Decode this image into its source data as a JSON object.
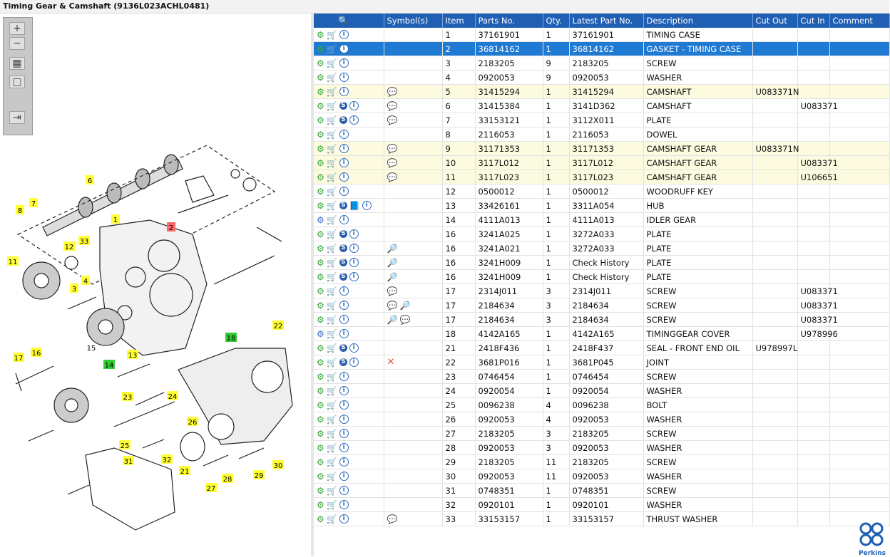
{
  "title": "Timing Gear & Camshaft (9136L023ACHL0481)",
  "zoom_buttons": [
    {
      "name": "zoom-in-button",
      "glyph": "+"
    },
    {
      "name": "zoom-out-button",
      "glyph": "−"
    },
    {
      "name": "fit-page-button",
      "glyph": "▦"
    },
    {
      "name": "actual-size-button",
      "glyph": "▢"
    },
    {
      "name": "export-button",
      "glyph": "⇥"
    }
  ],
  "columns": [
    "",
    "Symbol(s)",
    "Item",
    "Parts No.",
    "Qty.",
    "Latest Part No.",
    "Description",
    "Cut Out",
    "Cut In",
    "Comment"
  ],
  "rows": [
    {
      "icons": "gci",
      "sym": "",
      "item": "1",
      "part": "37161901",
      "qty": "1",
      "latest": "37161901",
      "desc": "TIMING CASE",
      "cutout": "",
      "cutin": "",
      "comment": "",
      "state": ""
    },
    {
      "icons": "gci",
      "sym": "",
      "item": "2",
      "part": "36814162",
      "qty": "1",
      "latest": "36814162",
      "desc": "GASKET - TIMING CASE",
      "cutout": "",
      "cutin": "",
      "comment": "",
      "state": "sel"
    },
    {
      "icons": "gci",
      "sym": "",
      "item": "3",
      "part": "2183205",
      "qty": "9",
      "latest": "2183205",
      "desc": "SCREW",
      "cutout": "",
      "cutin": "",
      "comment": "",
      "state": ""
    },
    {
      "icons": "gci",
      "sym": "",
      "item": "4",
      "part": "0920053",
      "qty": "9",
      "latest": "0920053",
      "desc": "WASHER",
      "cutout": "",
      "cutin": "",
      "comment": "",
      "state": ""
    },
    {
      "icons": "gci",
      "sym": "n",
      "item": "5",
      "part": "31415294",
      "qty": "1",
      "latest": "31415294",
      "desc": "CAMSHAFT",
      "cutout": "U083371N",
      "cutin": "",
      "comment": "",
      "state": "hl"
    },
    {
      "icons": "gcsi",
      "sym": "n",
      "item": "6",
      "part": "31415384",
      "qty": "1",
      "latest": "3141D362",
      "desc": "CAMSHAFT",
      "cutout": "",
      "cutin": "U083371",
      "comment": "",
      "state": ""
    },
    {
      "icons": "gcsi",
      "sym": "n",
      "item": "7",
      "part": "33153121",
      "qty": "1",
      "latest": "3112X011",
      "desc": "PLATE",
      "cutout": "",
      "cutin": "",
      "comment": "",
      "state": ""
    },
    {
      "icons": "gci",
      "sym": "",
      "item": "8",
      "part": "2116053",
      "qty": "1",
      "latest": "2116053",
      "desc": "DOWEL",
      "cutout": "",
      "cutin": "",
      "comment": "",
      "state": ""
    },
    {
      "icons": "gci",
      "sym": "n",
      "item": "9",
      "part": "31171353",
      "qty": "1",
      "latest": "31171353",
      "desc": "CAMSHAFT GEAR",
      "cutout": "U083371N",
      "cutin": "",
      "comment": "",
      "state": "hl"
    },
    {
      "icons": "gci",
      "sym": "n",
      "item": "10",
      "part": "3117L012",
      "qty": "1",
      "latest": "3117L012",
      "desc": "CAMSHAFT GEAR",
      "cutout": "",
      "cutin": "U083371",
      "comment": "",
      "state": "hl"
    },
    {
      "icons": "gci",
      "sym": "n",
      "item": "11",
      "part": "3117L023",
      "qty": "1",
      "latest": "3117L023",
      "desc": "CAMSHAFT GEAR",
      "cutout": "",
      "cutin": "U106651",
      "comment": "",
      "state": "hl"
    },
    {
      "icons": "gci",
      "sym": "",
      "item": "12",
      "part": "0500012",
      "qty": "1",
      "latest": "0500012",
      "desc": "WOODRUFF KEY",
      "cutout": "",
      "cutin": "",
      "comment": "",
      "state": ""
    },
    {
      "icons": "gcsbi",
      "sym": "",
      "item": "13",
      "part": "33426161",
      "qty": "1",
      "latest": "3311A054",
      "desc": "HUB",
      "cutout": "",
      "cutin": "",
      "comment": "",
      "state": ""
    },
    {
      "icons": "xci",
      "sym": "",
      "item": "14",
      "part": "4111A013",
      "qty": "1",
      "latest": "4111A013",
      "desc": "IDLER GEAR",
      "cutout": "",
      "cutin": "",
      "comment": "",
      "state": ""
    },
    {
      "icons": "gcsi",
      "sym": "",
      "item": "16",
      "part": "3241A025",
      "qty": "1",
      "latest": "3272A033",
      "desc": "PLATE",
      "cutout": "",
      "cutin": "",
      "comment": "",
      "state": ""
    },
    {
      "icons": "gcsi",
      "sym": "h",
      "item": "16",
      "part": "3241A021",
      "qty": "1",
      "latest": "3272A033",
      "desc": "PLATE",
      "cutout": "",
      "cutin": "",
      "comment": "",
      "state": ""
    },
    {
      "icons": "gcsi",
      "sym": "h",
      "item": "16",
      "part": "3241H009",
      "qty": "1",
      "latest": "Check History",
      "desc": "PLATE",
      "cutout": "",
      "cutin": "",
      "comment": "",
      "state": ""
    },
    {
      "icons": "gcsi",
      "sym": "h",
      "item": "16",
      "part": "3241H009",
      "qty": "1",
      "latest": "Check History",
      "desc": "PLATE",
      "cutout": "",
      "cutin": "",
      "comment": "",
      "state": ""
    },
    {
      "icons": "gci",
      "sym": "n",
      "item": "17",
      "part": "2314J011",
      "qty": "3",
      "latest": "2314J011",
      "desc": "SCREW",
      "cutout": "",
      "cutin": "U083371",
      "comment": "",
      "state": ""
    },
    {
      "icons": "gci",
      "sym": "nh",
      "item": "17",
      "part": "2184634",
      "qty": "3",
      "latest": "2184634",
      "desc": "SCREW",
      "cutout": "",
      "cutin": "U083371",
      "comment": "",
      "state": ""
    },
    {
      "icons": "gci",
      "sym": "hn",
      "item": "17",
      "part": "2184634",
      "qty": "3",
      "latest": "2184634",
      "desc": "SCREW",
      "cutout": "",
      "cutin": "U083371",
      "comment": "",
      "state": ""
    },
    {
      "icons": "xci",
      "sym": "",
      "item": "18",
      "part": "4142A165",
      "qty": "1",
      "latest": "4142A165",
      "desc": "TIMINGGEAR COVER",
      "cutout": "",
      "cutin": "U978996",
      "comment": "",
      "state": ""
    },
    {
      "icons": "gcsi",
      "sym": "",
      "item": "21",
      "part": "2418F436",
      "qty": "1",
      "latest": "2418F437",
      "desc": "SEAL - FRONT END OIL",
      "cutout": "U978997L",
      "cutin": "",
      "comment": "",
      "state": ""
    },
    {
      "icons": "gcsi",
      "sym": "x",
      "item": "22",
      "part": "3681P016",
      "qty": "1",
      "latest": "3681P045",
      "desc": "JOINT",
      "cutout": "",
      "cutin": "",
      "comment": "",
      "state": ""
    },
    {
      "icons": "gci",
      "sym": "",
      "item": "23",
      "part": "0746454",
      "qty": "1",
      "latest": "0746454",
      "desc": "SCREW",
      "cutout": "",
      "cutin": "",
      "comment": "",
      "state": ""
    },
    {
      "icons": "gci",
      "sym": "",
      "item": "24",
      "part": "0920054",
      "qty": "1",
      "latest": "0920054",
      "desc": "WASHER",
      "cutout": "",
      "cutin": "",
      "comment": "",
      "state": ""
    },
    {
      "icons": "gci",
      "sym": "",
      "item": "25",
      "part": "0096238",
      "qty": "4",
      "latest": "0096238",
      "desc": "BOLT",
      "cutout": "",
      "cutin": "",
      "comment": "",
      "state": ""
    },
    {
      "icons": "gci",
      "sym": "",
      "item": "26",
      "part": "0920053",
      "qty": "4",
      "latest": "0920053",
      "desc": "WASHER",
      "cutout": "",
      "cutin": "",
      "comment": "",
      "state": ""
    },
    {
      "icons": "gci",
      "sym": "",
      "item": "27",
      "part": "2183205",
      "qty": "3",
      "latest": "2183205",
      "desc": "SCREW",
      "cutout": "",
      "cutin": "",
      "comment": "",
      "state": ""
    },
    {
      "icons": "gci",
      "sym": "",
      "item": "28",
      "part": "0920053",
      "qty": "3",
      "latest": "0920053",
      "desc": "WASHER",
      "cutout": "",
      "cutin": "",
      "comment": "",
      "state": ""
    },
    {
      "icons": "gci",
      "sym": "",
      "item": "29",
      "part": "2183205",
      "qty": "11",
      "latest": "2183205",
      "desc": "SCREW",
      "cutout": "",
      "cutin": "",
      "comment": "",
      "state": ""
    },
    {
      "icons": "gci",
      "sym": "",
      "item": "30",
      "part": "0920053",
      "qty": "11",
      "latest": "0920053",
      "desc": "WASHER",
      "cutout": "",
      "cutin": "",
      "comment": "",
      "state": ""
    },
    {
      "icons": "gci",
      "sym": "",
      "item": "31",
      "part": "0748351",
      "qty": "1",
      "latest": "0748351",
      "desc": "SCREW",
      "cutout": "",
      "cutin": "",
      "comment": "",
      "state": ""
    },
    {
      "icons": "gci",
      "sym": "",
      "item": "32",
      "part": "0920101",
      "qty": "1",
      "latest": "0920101",
      "desc": "WASHER",
      "cutout": "",
      "cutin": "",
      "comment": "",
      "state": ""
    },
    {
      "icons": "gci",
      "sym": "n",
      "item": "33",
      "part": "33153157",
      "qty": "1",
      "latest": "33153157",
      "desc": "THRUST WASHER",
      "cutout": "",
      "cutin": "",
      "comment": "",
      "state": ""
    }
  ],
  "callouts": [
    {
      "label": "6",
      "c": "y"
    },
    {
      "label": "8",
      "c": "y"
    },
    {
      "label": "7",
      "c": "y"
    },
    {
      "label": "1",
      "c": "y"
    },
    {
      "label": "2",
      "c": "r"
    },
    {
      "label": "12",
      "c": "y"
    },
    {
      "label": "33",
      "c": "y"
    },
    {
      "label": "11",
      "c": "y"
    },
    {
      "label": "3",
      "c": "y"
    },
    {
      "label": "4",
      "c": "y"
    },
    {
      "label": "22",
      "c": "y"
    },
    {
      "label": "18",
      "c": "g"
    },
    {
      "label": "17",
      "c": "y"
    },
    {
      "label": "16",
      "c": "y"
    },
    {
      "label": "14",
      "c": "g"
    },
    {
      "label": "13",
      "c": "y"
    },
    {
      "label": "23",
      "c": "y"
    },
    {
      "label": "24",
      "c": "y"
    },
    {
      "label": "26",
      "c": "y"
    },
    {
      "label": "25",
      "c": "y"
    },
    {
      "label": "31",
      "c": "y"
    },
    {
      "label": "32",
      "c": "y"
    },
    {
      "label": "21",
      "c": "y"
    },
    {
      "label": "27",
      "c": "y"
    },
    {
      "label": "28",
      "c": "y"
    },
    {
      "label": "29",
      "c": "y"
    },
    {
      "label": "30",
      "c": "y"
    }
  ],
  "plain_label": "15",
  "logo_text": "Perkins",
  "colors": {
    "header": "#1f5fb4",
    "selected": "#1f7ad4",
    "highlight": "#fdfbdf",
    "callout_yellow": "#ffff33",
    "callout_green": "#33cc33",
    "callout_red": "#ff6666"
  }
}
